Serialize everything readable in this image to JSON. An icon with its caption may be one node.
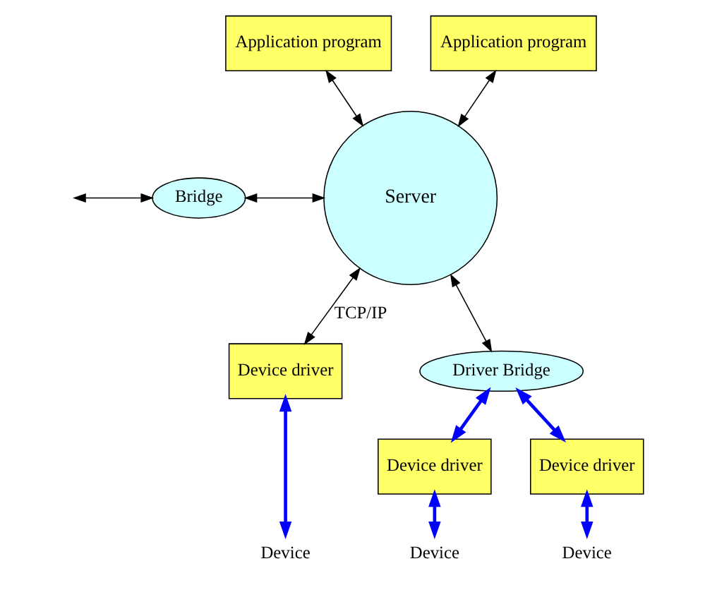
{
  "diagram": {
    "nodes": [
      {
        "text": [
          "Application program"
        ]
      },
      {
        "text": [
          "Application program"
        ]
      },
      {
        "text": [
          "Bridge"
        ]
      },
      {
        "text": [
          "Server"
        ]
      },
      {
        "text": [
          "Driver Bridge"
        ]
      },
      {
        "text": [
          "Device driver"
        ]
      },
      {
        "text": [
          "Device driver"
        ]
      },
      {
        "text": [
          "Device driver"
        ]
      },
      {
        "text": [
          "Device"
        ]
      },
      {
        "text": [
          "Device"
        ]
      },
      {
        "text": [
          "Device"
        ]
      }
    ],
    "edges": [
      {
        "from": null,
        "to": 2,
        "arrow": "both"
      },
      {
        "from": 0,
        "to": 3,
        "arrow": "both"
      },
      {
        "from": 1,
        "to": 3,
        "arrow": "both"
      },
      {
        "from": 2,
        "to": 3,
        "arrow": "both"
      },
      {
        "from": 3,
        "to": 5,
        "arrow": "both",
        "label": "TCP/IP"
      },
      {
        "from": 3,
        "to": 4,
        "arrow": "both"
      },
      {
        "from": 4,
        "to": 6,
        "arrow": "both",
        "color": "#0000ff",
        "style": "thick"
      },
      {
        "from": 4,
        "to": 7,
        "arrow": "both",
        "color": "#0000ff",
        "style": "thick"
      },
      {
        "from": 5,
        "to": 8,
        "arrow": "both",
        "color": "#0000ff",
        "style": "thick"
      },
      {
        "from": 6,
        "to": 9,
        "arrow": "both",
        "color": "#0000ff",
        "style": "thick"
      },
      {
        "from": 7,
        "to": 10,
        "arrow": "both",
        "color": "#0000ff",
        "style": "thick"
      }
    ]
  }
}
